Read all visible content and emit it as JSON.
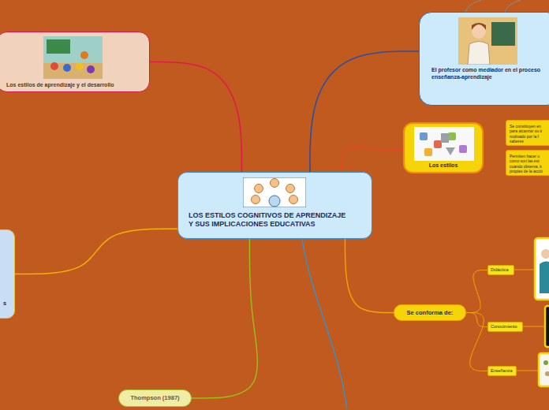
{
  "diagram": {
    "nodes": [
      {
        "text": [
          "LOS ESTILOS COGNITIVOS DE APRENDIZAJE Y SUS IMPLICACIONES EDUCATIVAS"
        ]
      },
      {
        "text": [
          "Los estilos de aprendizaje y el desarrollo"
        ]
      },
      {
        "text": [
          "El profesor como mediador en el proceso enseñanza-aprendizaje"
        ]
      },
      {
        "text": [
          "Los estilos"
        ]
      },
      {
        "text": [
          "Se constituyen en para alcanzar su ó motivado por la f saberes"
        ]
      },
      {
        "text": [
          "Permiten hacer u como son las est cuando observa, k propias de la acció"
        ]
      },
      {
        "text": [
          "Se conforma de:"
        ]
      },
      {
        "text": [
          "Didáctica"
        ]
      },
      {
        "text": [
          "Conocimiento"
        ]
      },
      {
        "text": [
          "Enseñanza"
        ]
      },
      {
        "text": [
          "s"
        ]
      },
      {
        "text": [
          "Thompson (1987)"
        ]
      }
    ],
    "edges": [
      {
        "from": 0,
        "to": 1,
        "arrow": "none"
      },
      {
        "from": 0,
        "to": 2,
        "arrow": "none"
      },
      {
        "from": 0,
        "to": 3,
        "arrow": "none"
      },
      {
        "from": 0,
        "to": 6,
        "arrow": "none"
      },
      {
        "from": 6,
        "to": 7,
        "arrow": "none"
      },
      {
        "from": 6,
        "to": 8,
        "arrow": "none"
      },
      {
        "from": 6,
        "to": 9,
        "arrow": "none"
      },
      {
        "from": 0,
        "to": 10,
        "arrow": "none"
      },
      {
        "from": 0,
        "to": 11,
        "arrow": "none"
      }
    ]
  }
}
